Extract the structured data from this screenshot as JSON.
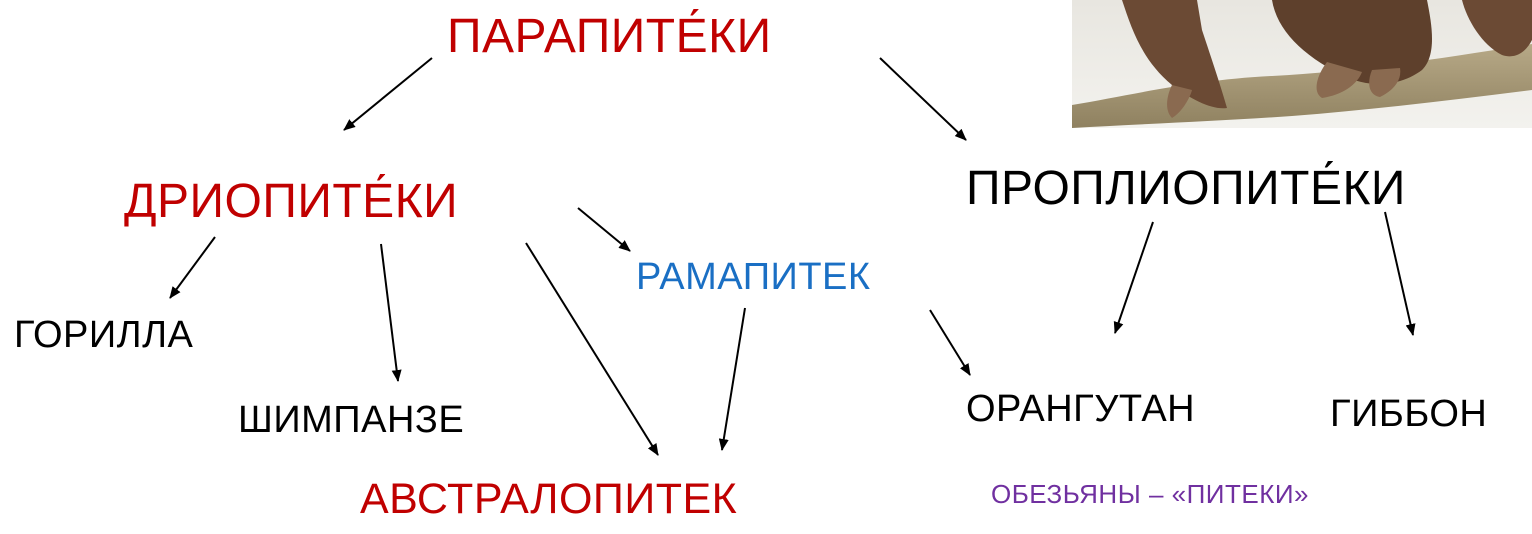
{
  "nodes": {
    "parapiteki": "ПАРАПИТЕ́КИ",
    "driopiteki": "ДРИОПИТЕ́КИ",
    "propliopiteki": "ПРОПЛИОПИТЕ́КИ",
    "ramapitek": "РАМАПИТЕК",
    "gorilla": "ГОРИЛЛА",
    "shimpanze": "ШИМПАНЗЕ",
    "orangutan": "ОРАНГУТАН",
    "gibbon": "ГИББОН",
    "avstralopitek": "АВСТРАЛОПИТЕК"
  },
  "caption": "ОБЕЗЬЯНЫ – «ПИТЕКИ»",
  "edges": [
    {
      "from": "parapiteki",
      "to": "driopiteki"
    },
    {
      "from": "parapiteki",
      "to": "propliopiteki"
    },
    {
      "from": "driopiteki",
      "to": "gorilla"
    },
    {
      "from": "driopiteki",
      "to": "shimpanze"
    },
    {
      "from": "driopiteki",
      "to": "avstralopitek"
    },
    {
      "from": "driopiteki",
      "to": "ramapitek"
    },
    {
      "from": "ramapitek",
      "to": "avstralopitek"
    },
    {
      "from": "ramapitek",
      "to": "orangutan"
    },
    {
      "from": "propliopiteki",
      "to": "orangutan"
    },
    {
      "from": "propliopiteki",
      "to": "gibbon"
    }
  ],
  "colors": {
    "ancestor": "#c00000",
    "extant": "#000000",
    "ramapitek": "#1a6fc4",
    "caption": "#7030a0"
  },
  "image": {
    "subject": "monkey sitting on branch (cropped)"
  }
}
